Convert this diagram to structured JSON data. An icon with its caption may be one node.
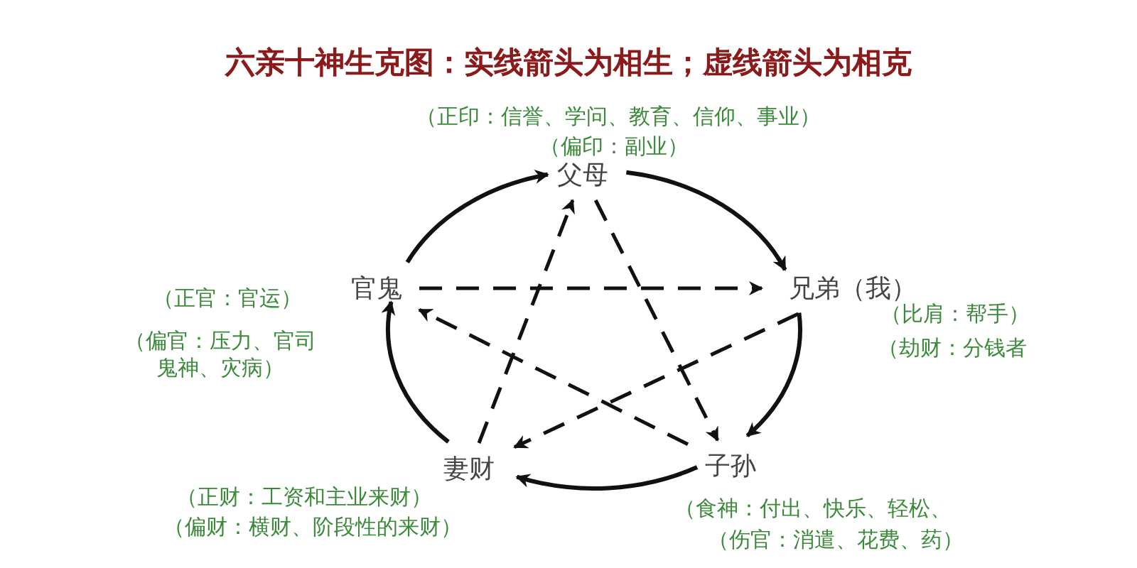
{
  "diagram": {
    "title": "六亲十神生克图：实线箭头为相生；虚线箭头为相克",
    "nodes": [
      {
        "text": [
          "父母"
        ],
        "beside": [
          "（正印：信誉、学问、教育、信仰、事业）",
          "（偏印：副业）"
        ]
      },
      {
        "text": [
          "兄弟（我）"
        ],
        "beside": [
          "（比肩：帮手）",
          "（劫财：分钱者"
        ]
      },
      {
        "text": [
          "子孙"
        ],
        "beside": [
          "（食神：付出、快乐、轻松、",
          "（伤官：消遣、花费、药）"
        ]
      },
      {
        "text": [
          "妻财"
        ],
        "beside": [
          "（正财：工资和主业来财）",
          "（偏财：横财、阶段性的来财）"
        ]
      },
      {
        "text": [
          "官鬼"
        ],
        "beside": [
          "（正官：官运）",
          "（偏官：压力、官司鬼神、灾病）"
        ]
      }
    ],
    "edges": [
      {
        "from": 0,
        "to": 1,
        "arrow": "to"
      },
      {
        "from": 1,
        "to": 2,
        "arrow": "to"
      },
      {
        "from": 2,
        "to": 3,
        "arrow": "to"
      },
      {
        "from": 3,
        "to": 4,
        "arrow": "to"
      },
      {
        "from": 4,
        "to": 0,
        "arrow": "to"
      },
      {
        "from": 0,
        "to": 2,
        "arrow": "to",
        "style": "dashed"
      },
      {
        "from": 2,
        "to": 4,
        "arrow": "to",
        "style": "dashed"
      },
      {
        "from": 4,
        "to": 1,
        "arrow": "to",
        "style": "dashed"
      },
      {
        "from": 1,
        "to": 3,
        "arrow": "to",
        "style": "dashed"
      },
      {
        "from": 3,
        "to": 0,
        "arrow": "to",
        "style": "dashed"
      }
    ]
  }
}
